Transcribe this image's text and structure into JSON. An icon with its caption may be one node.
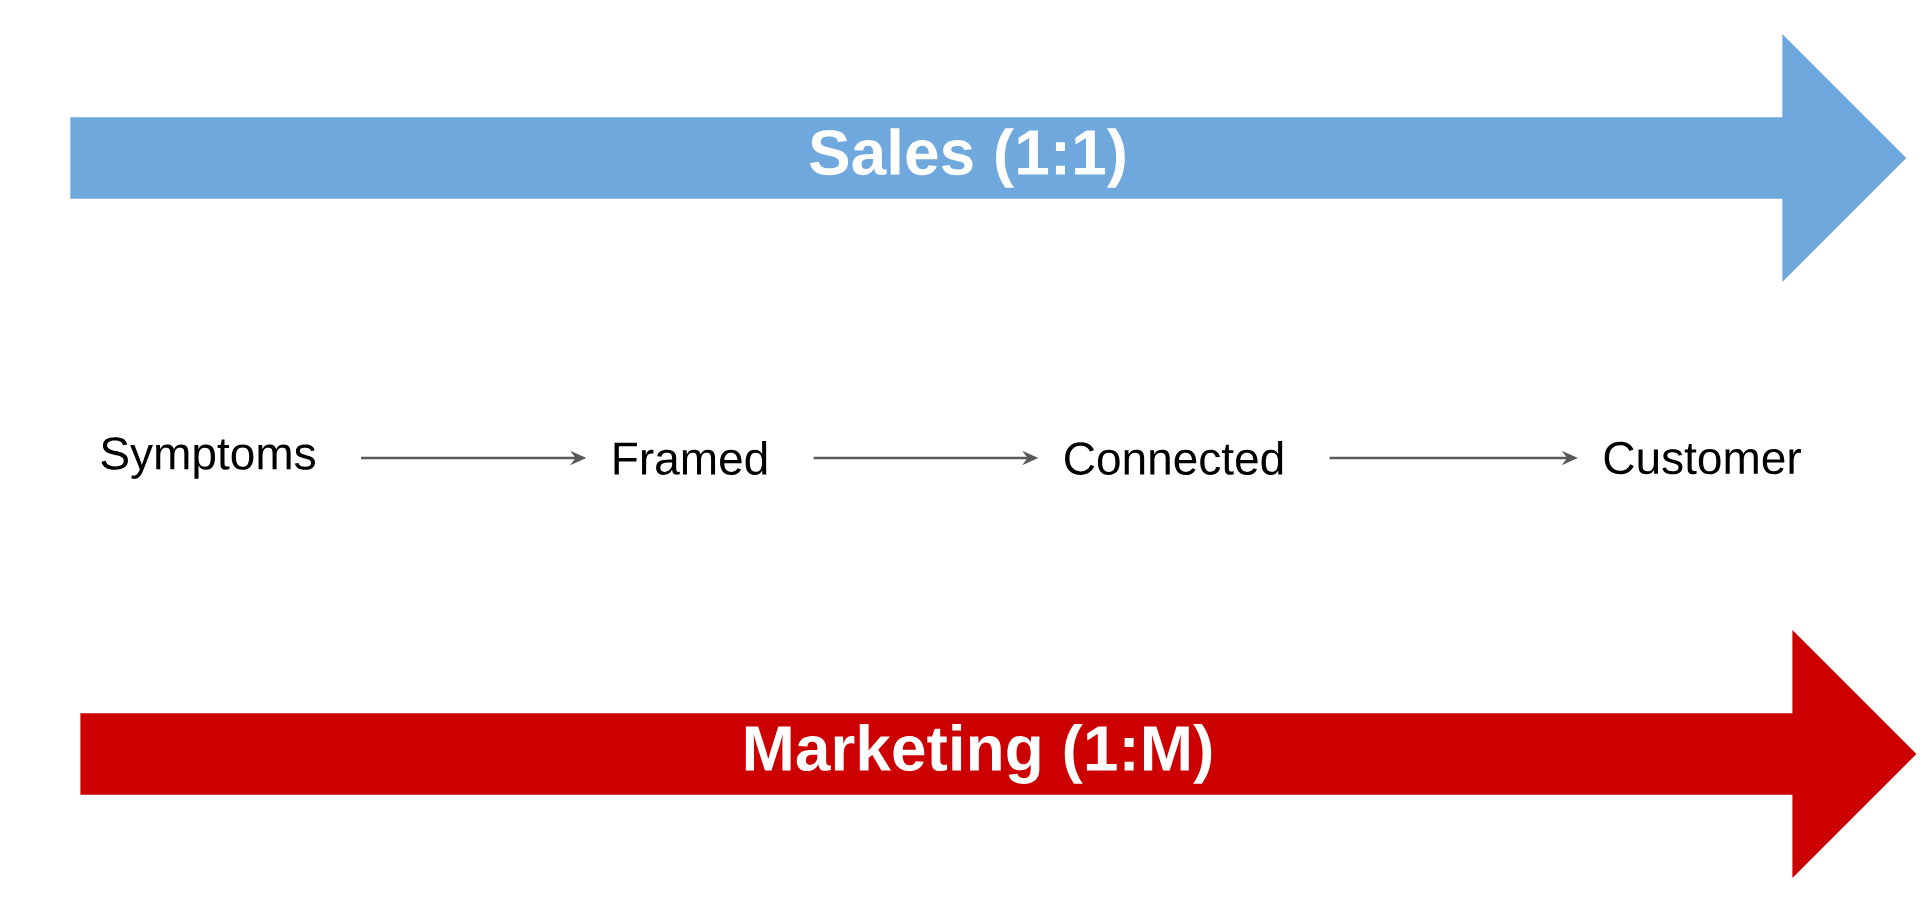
{
  "diagram": {
    "nodes": [
      {
        "text": [
          "Sales (1:1)"
        ]
      },
      {
        "text": [
          "Symptoms"
        ]
      },
      {
        "text": [
          "Framed"
        ]
      },
      {
        "text": [
          "Connected"
        ]
      },
      {
        "text": [
          "Customer"
        ]
      },
      {
        "text": [
          "Marketing (1:M)"
        ]
      }
    ],
    "edges": [
      {
        "from": 1,
        "to": 2,
        "arrow": "to"
      },
      {
        "from": 2,
        "to": 3,
        "arrow": "to"
      },
      {
        "from": 3,
        "to": 4,
        "arrow": "to"
      }
    ]
  }
}
